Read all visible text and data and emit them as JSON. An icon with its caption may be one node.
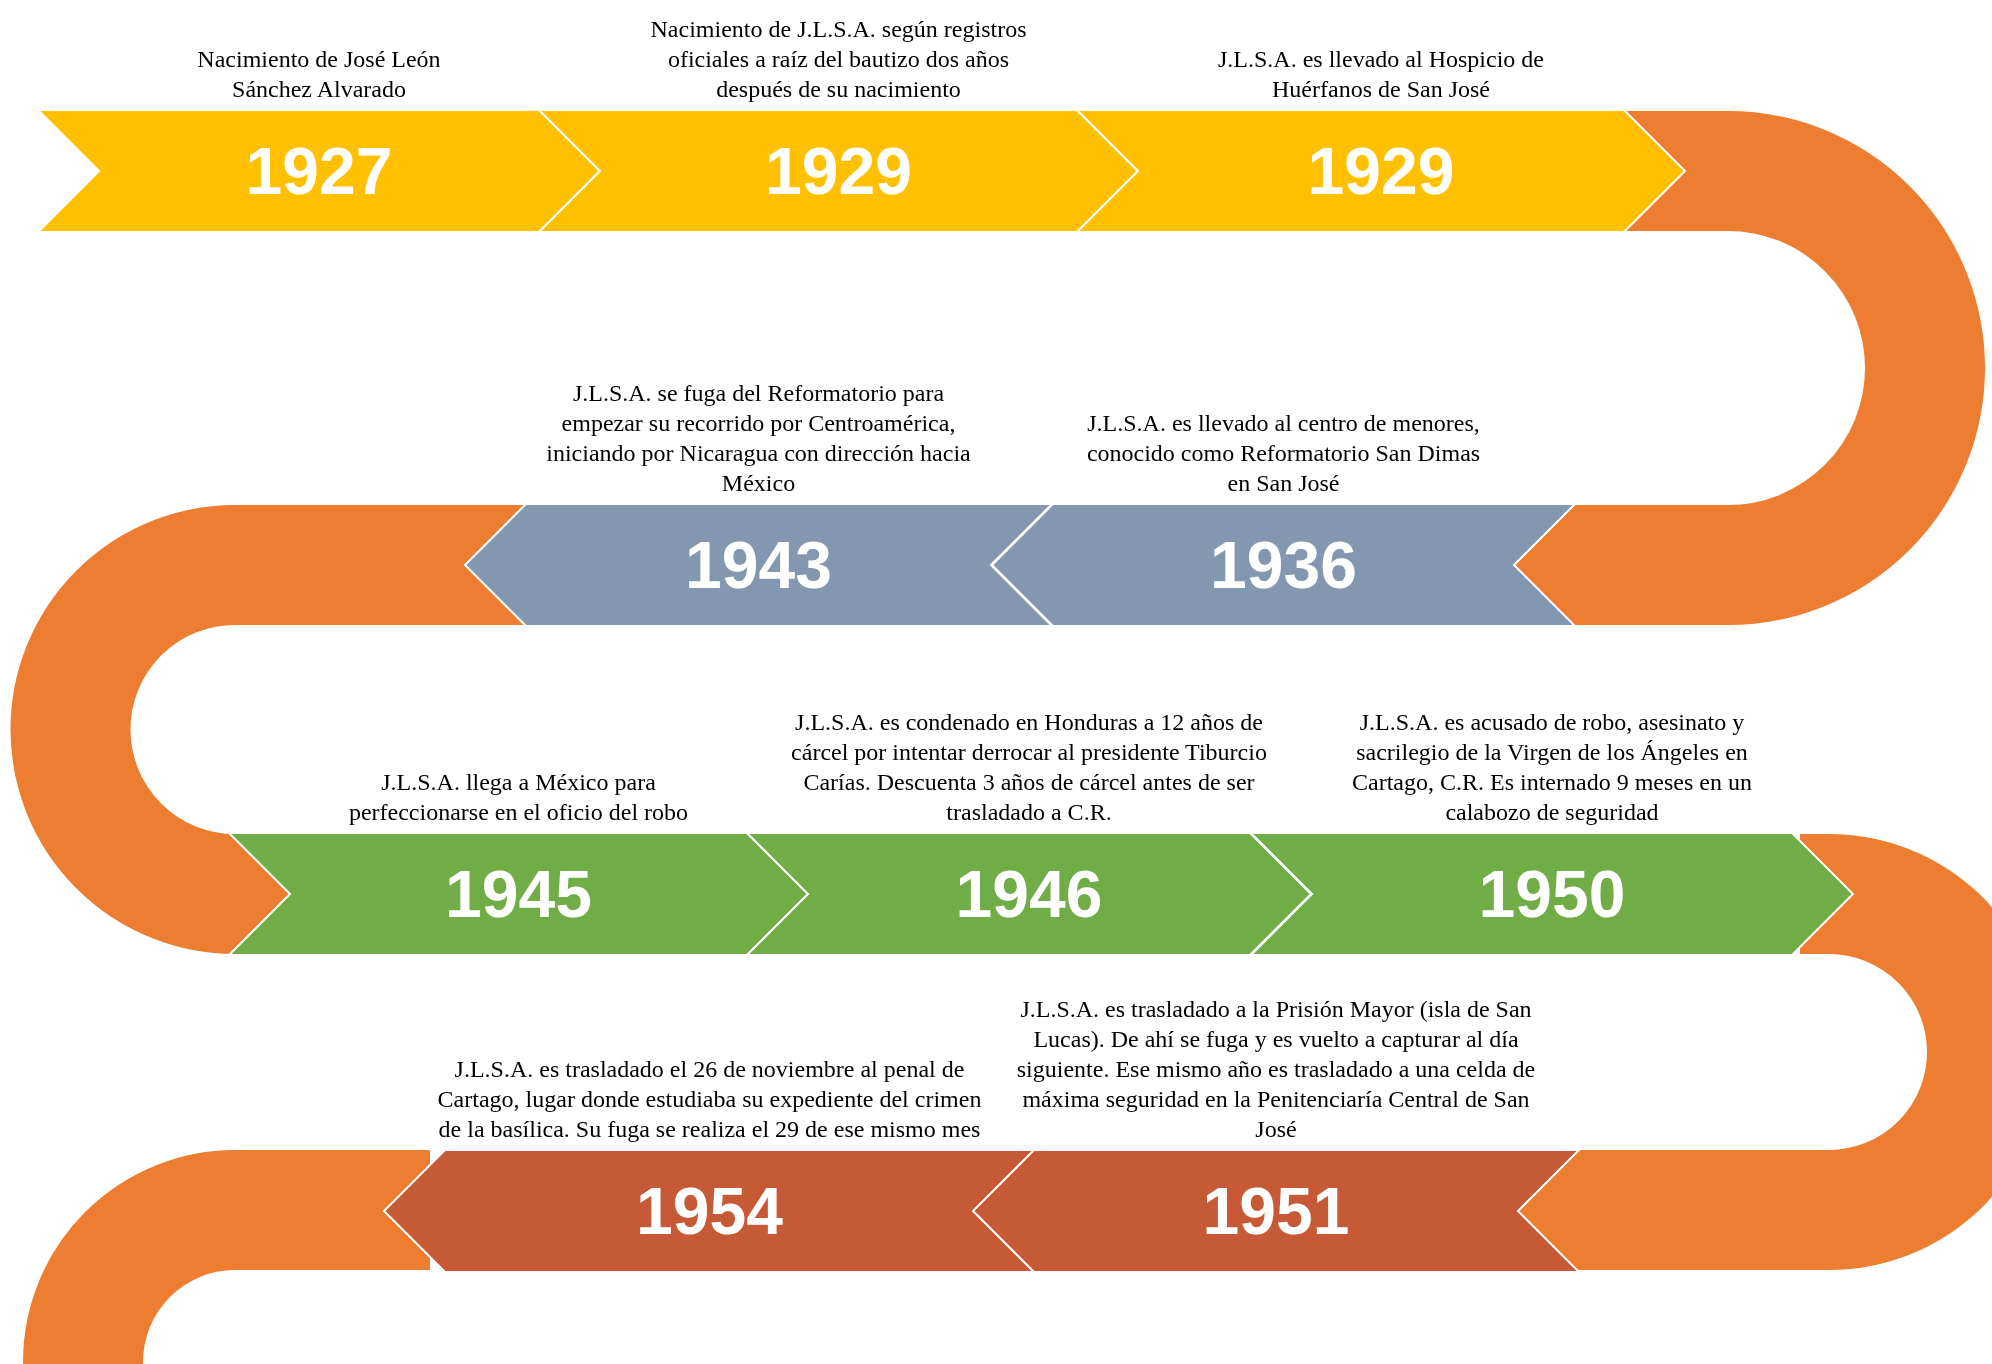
{
  "diagram": {
    "nodes": [
      {
        "text": [
          "1927"
        ],
        "beside": [
          "Nacimiento de José León Sánchez Alvarado"
        ]
      },
      {
        "text": [
          "1929"
        ],
        "beside": [
          "Nacimiento de J.L.S.A. según registros oficiales a raíz del bautizo dos años después de su nacimiento"
        ]
      },
      {
        "text": [
          "1929"
        ],
        "beside": [
          "J.L.S.A. es llevado al Hospicio de Huérfanos de San José"
        ]
      },
      {
        "text": [
          "1943"
        ],
        "beside": [
          "J.L.S.A. se fuga del Reformatorio para empezar su recorrido por Centroamérica, iniciando por Nicaragua con dirección hacia México"
        ]
      },
      {
        "text": [
          "1936"
        ],
        "beside": [
          "J.L.S.A. es llevado al centro de menores, conocido como Reformatorio San Dimas en San José"
        ]
      },
      {
        "text": [
          "1945"
        ],
        "beside": [
          "J.L.S.A. llega a México para perfeccionarse en el oficio del robo"
        ]
      },
      {
        "text": [
          "1946"
        ],
        "beside": [
          "J.L.S.A. es condenado en Honduras a 12 años de cárcel por intentar derrocar al presidente Tiburcio Carías. Descuenta 3 años de cárcel antes de ser trasladado a C.R."
        ]
      },
      {
        "text": [
          "1950"
        ],
        "beside": [
          "J.L.S.A. es acusado de robo, asesinato y sacrilegio de la Virgen de los Ángeles en Cartago, C.R. Es internado 9 meses en un calabozo de seguridad"
        ]
      },
      {
        "text": [
          "1954"
        ],
        "beside": [
          "J.L.S.A. es trasladado el 26 de noviembre al penal de Cartago, lugar donde estudiaba su expediente del crimen de la basílica. Su fuga se realiza el 29 de ese mismo mes"
        ]
      },
      {
        "text": [
          "1951"
        ],
        "beside": [
          "J.L.S.A. es trasladado a la Prisión Mayor (isla de San Lucas). De ahí se fuga y es vuelto a capturar al día siguiente. Ese mismo año es trasladado a una celda de máxima seguridad en la Penitenciaría Central de San José"
        ]
      }
    ],
    "edges": []
  }
}
